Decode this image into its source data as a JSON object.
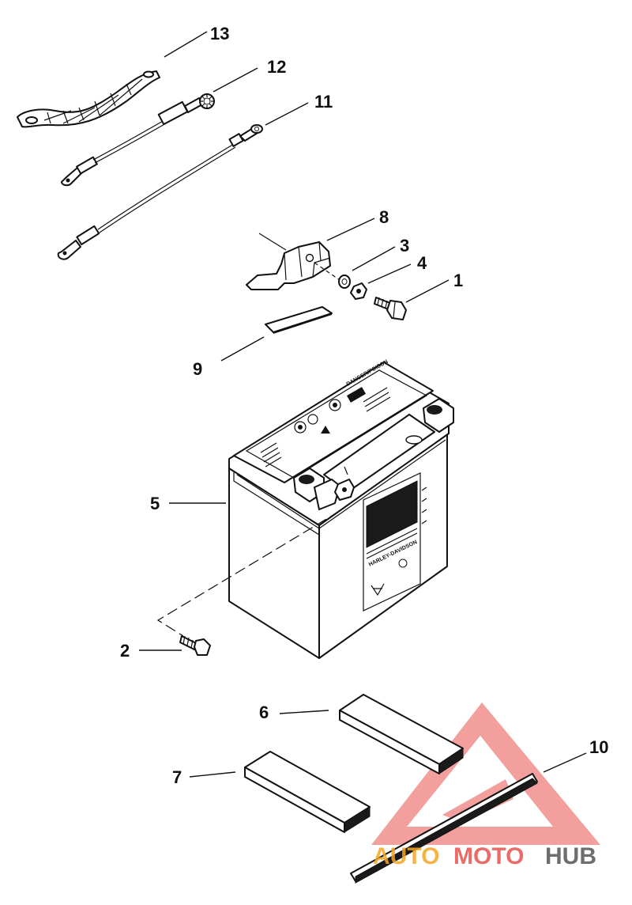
{
  "callouts": [
    "13",
    "12",
    "11",
    "8",
    "3",
    "4",
    "1",
    "9",
    "5",
    "2",
    "6",
    "7",
    "10"
  ],
  "battery_label": {
    "brand": "HARLEY-DAVIDSON",
    "lid_warning": "DANGER/POISON"
  },
  "watermark": {
    "auto": "AUTO",
    "moto": "MOTO",
    "hub": "HUB",
    "color_triangle": "#e8524f",
    "color_auto": "#f5a623",
    "color_hub": "#555555"
  }
}
